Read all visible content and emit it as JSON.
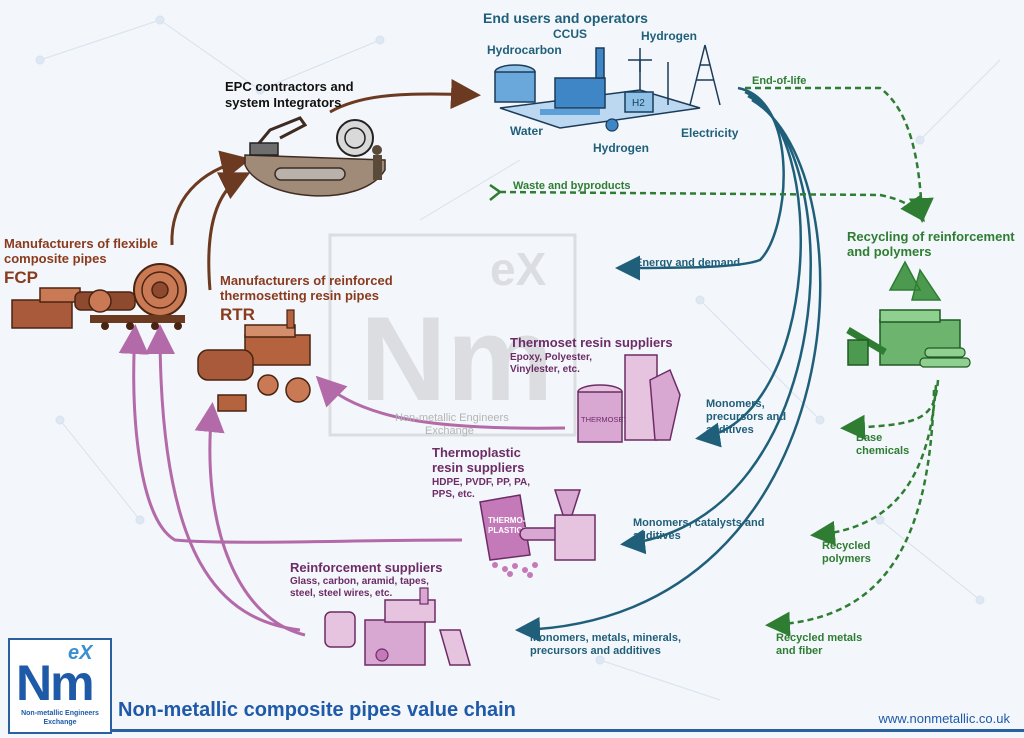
{
  "end_users": {
    "title": "End users and operators",
    "ccus": "CCUS",
    "hydrocarbon": "Hydrocarbon",
    "hydrogen_top": "Hydrogen",
    "water": "Water",
    "hydrogen_bottom": "Hydrogen",
    "electricity": "Electricity",
    "h2_symbol": "H2"
  },
  "epc": {
    "line1": "EPC contractors and",
    "line2": "system Integrators"
  },
  "fcp": {
    "line1": "Manufacturers of flexible",
    "line2": "composite pipes",
    "abbr": "FCP"
  },
  "rtr": {
    "line1": "Manufacturers of reinforced",
    "line2": "thermosetting resin pipes",
    "abbr": "RTR"
  },
  "thermoset": {
    "title": "Thermoset resin suppliers",
    "line1": "Epoxy, Polyester,",
    "line2": "Vinylester, etc.",
    "tank_label": "THERMOSET"
  },
  "thermoplastic": {
    "title1": "Thermoplastic",
    "title2": "resin suppliers",
    "line1": "HDPE, PVDF, PP, PA,",
    "line2": "PPS, etc.",
    "bag_label1": "THERMO-",
    "bag_label2": "PLASTICS"
  },
  "reinforcement": {
    "title": "Reinforcement suppliers",
    "line1": "Glass, carbon, aramid, tapes,",
    "line2": "steel, steel wires, etc."
  },
  "recycling": {
    "line1": "Recycling of reinforcement",
    "line2": "and polymers"
  },
  "flows": {
    "end_of_life": "End-of-life",
    "waste": "Waste and byproducts",
    "energy": "Energy and demand",
    "monomers_precursors": [
      "Monomers,",
      "precursors and",
      "additives"
    ],
    "monomers_catalysts": [
      "Monomers, catalysts and",
      "additives"
    ],
    "monomers_metals": [
      "Monomers, metals, minerals,",
      "precursors and additives"
    ],
    "base_chemicals": [
      "Base",
      "chemicals"
    ],
    "recycled_polymers": [
      "Recycled",
      "polymers"
    ],
    "recycled_metals": [
      "Recycled metals",
      "and fiber"
    ]
  },
  "watermark": {
    "text1": "Non-metallic Engineers",
    "text2": "Exchange"
  },
  "logo": {
    "sup": "eX",
    "main": "Nm",
    "sub1": "Non-metallic Engineers",
    "sub2": "Exchange"
  },
  "footer": {
    "title": "Non-metallic composite pipes value chain",
    "url": "www.nonmetallic.co.uk"
  },
  "colors": {
    "brown": "#6b3a20",
    "purple": "#b36aa8",
    "teal": "#1f5f7a",
    "green": "#2e7d32",
    "blue": "#1e5aa8"
  }
}
